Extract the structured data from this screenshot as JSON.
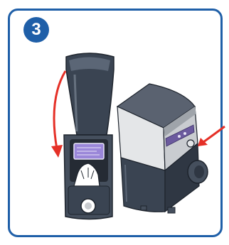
{
  "step": {
    "number": "3"
  },
  "colors": {
    "frame": "#1f5fa8",
    "arrow": "#e53027",
    "device_dark": "#3a4452",
    "device_light": "#c9ccd0",
    "screen": "#9a86d8",
    "purple_panel": "#6b5a9e"
  },
  "illustrations": [
    {
      "name": "device-lid-open-view",
      "arrow": "curved-arrow-down"
    },
    {
      "name": "device-side-view",
      "arrow": "arrow-pointing-to-button"
    }
  ]
}
